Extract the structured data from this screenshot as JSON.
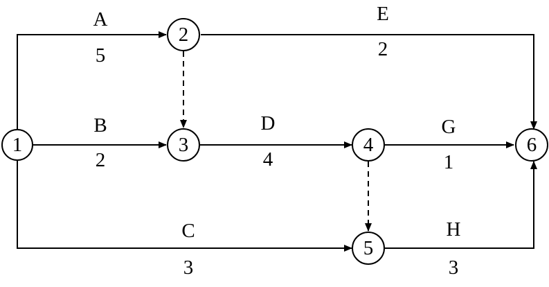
{
  "nodes": [
    {
      "id": "n1",
      "label": "1"
    },
    {
      "id": "n2",
      "label": "2"
    },
    {
      "id": "n3",
      "label": "3"
    },
    {
      "id": "n4",
      "label": "4"
    },
    {
      "id": "n5",
      "label": "5"
    },
    {
      "id": "n6",
      "label": "6"
    }
  ],
  "activities": [
    {
      "id": "A",
      "name": "A",
      "duration": "5",
      "from": "1",
      "to": "2"
    },
    {
      "id": "B",
      "name": "B",
      "duration": "2",
      "from": "1",
      "to": "3"
    },
    {
      "id": "C",
      "name": "C",
      "duration": "3",
      "from": "1",
      "to": "5"
    },
    {
      "id": "D",
      "name": "D",
      "duration": "4",
      "from": "3",
      "to": "4"
    },
    {
      "id": "E",
      "name": "E",
      "duration": "2",
      "from": "2",
      "to": "6"
    },
    {
      "id": "G",
      "name": "G",
      "duration": "1",
      "from": "4",
      "to": "6"
    },
    {
      "id": "H",
      "name": "H",
      "duration": "3",
      "from": "5",
      "to": "6"
    }
  ],
  "dummy_activities": [
    {
      "from": "2",
      "to": "3"
    },
    {
      "from": "4",
      "to": "5"
    }
  ]
}
